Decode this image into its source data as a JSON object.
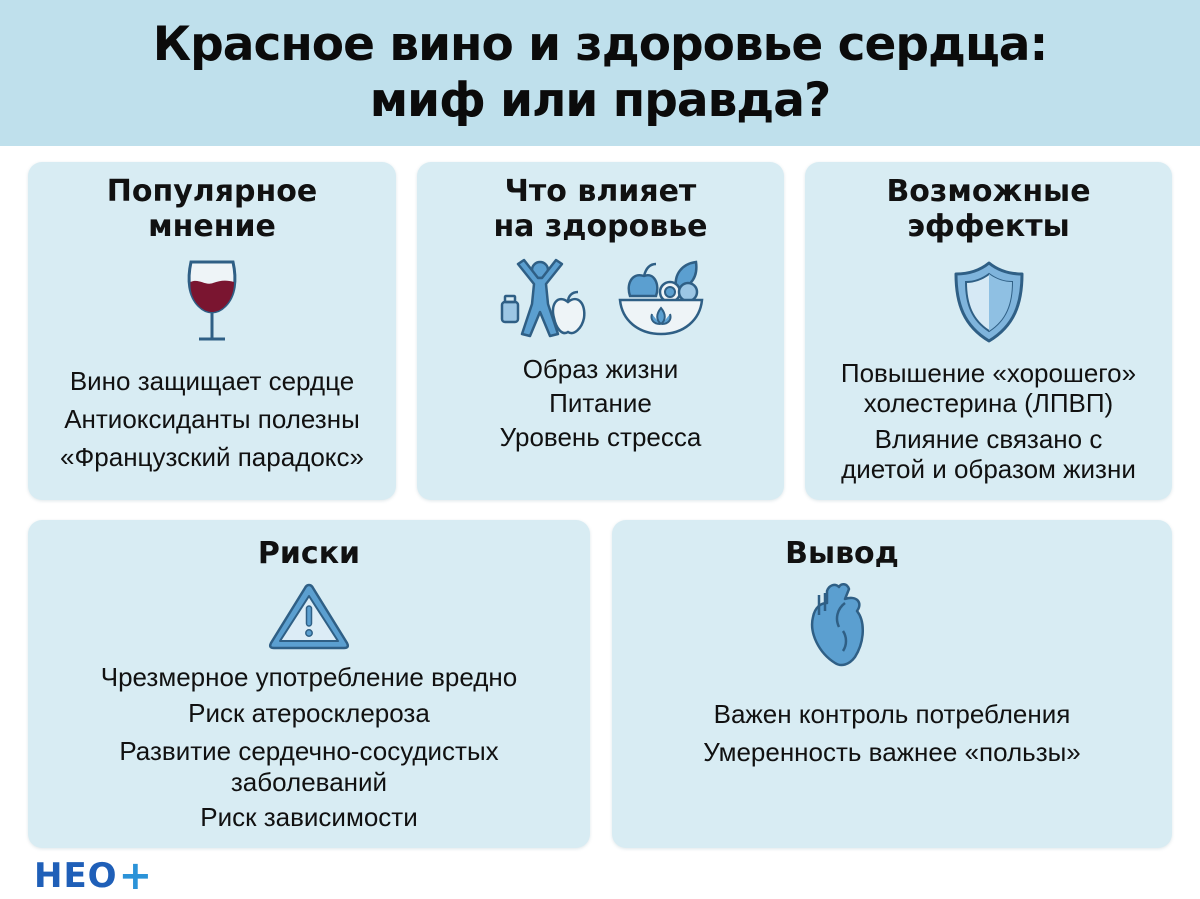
{
  "header": {
    "title_line1": "Красное вино и здоровье сердца:",
    "title_line2": "миф или правда?"
  },
  "cards": [
    {
      "id": "popular-opinion",
      "title_line1": "Популярное",
      "title_line2": "мнение",
      "icon": "wine-glass-icon",
      "items": [
        "Вино защищает сердце",
        "Антиоксиданты полезны",
        "«Французский парадокс»"
      ]
    },
    {
      "id": "health-factors",
      "title_line1": "Что влияет",
      "title_line2": "на здоровье",
      "icons": [
        "active-person-icon",
        "food-bowl-icon"
      ],
      "items": [
        "Образ жизни",
        "Питание",
        "Уровень стресса"
      ]
    },
    {
      "id": "possible-effects",
      "title_line1": "Возможные",
      "title_line2": "эффекты",
      "icon": "shield-icon",
      "items": [
        "Повышение «хорошего»",
        "холестерина (ЛПВП)",
        "Влияние связано с",
        "диетой и образом жизни"
      ]
    },
    {
      "id": "risks",
      "title": "Риски",
      "icon": "warning-icon",
      "items": [
        "Чрезмерное употребление вредно",
        "Риск атеросклероза",
        "Развитие сердечно-сосудистых",
        "заболеваний",
        "Риск зависимости"
      ]
    },
    {
      "id": "conclusion",
      "title": "Вывод",
      "icon": "heart-icon",
      "items": [
        "Важен контроль потребления",
        "Умеренность важнее «пользы»"
      ]
    }
  ],
  "logo": {
    "text": "НЕО",
    "plus": "+"
  },
  "colors": {
    "header_bg": "#bfe0ec",
    "card_bg": "#d8ecf3",
    "icon_blue": "#5b9fd0",
    "icon_stroke": "#2f5f85",
    "wine_red": "#7a1530"
  }
}
